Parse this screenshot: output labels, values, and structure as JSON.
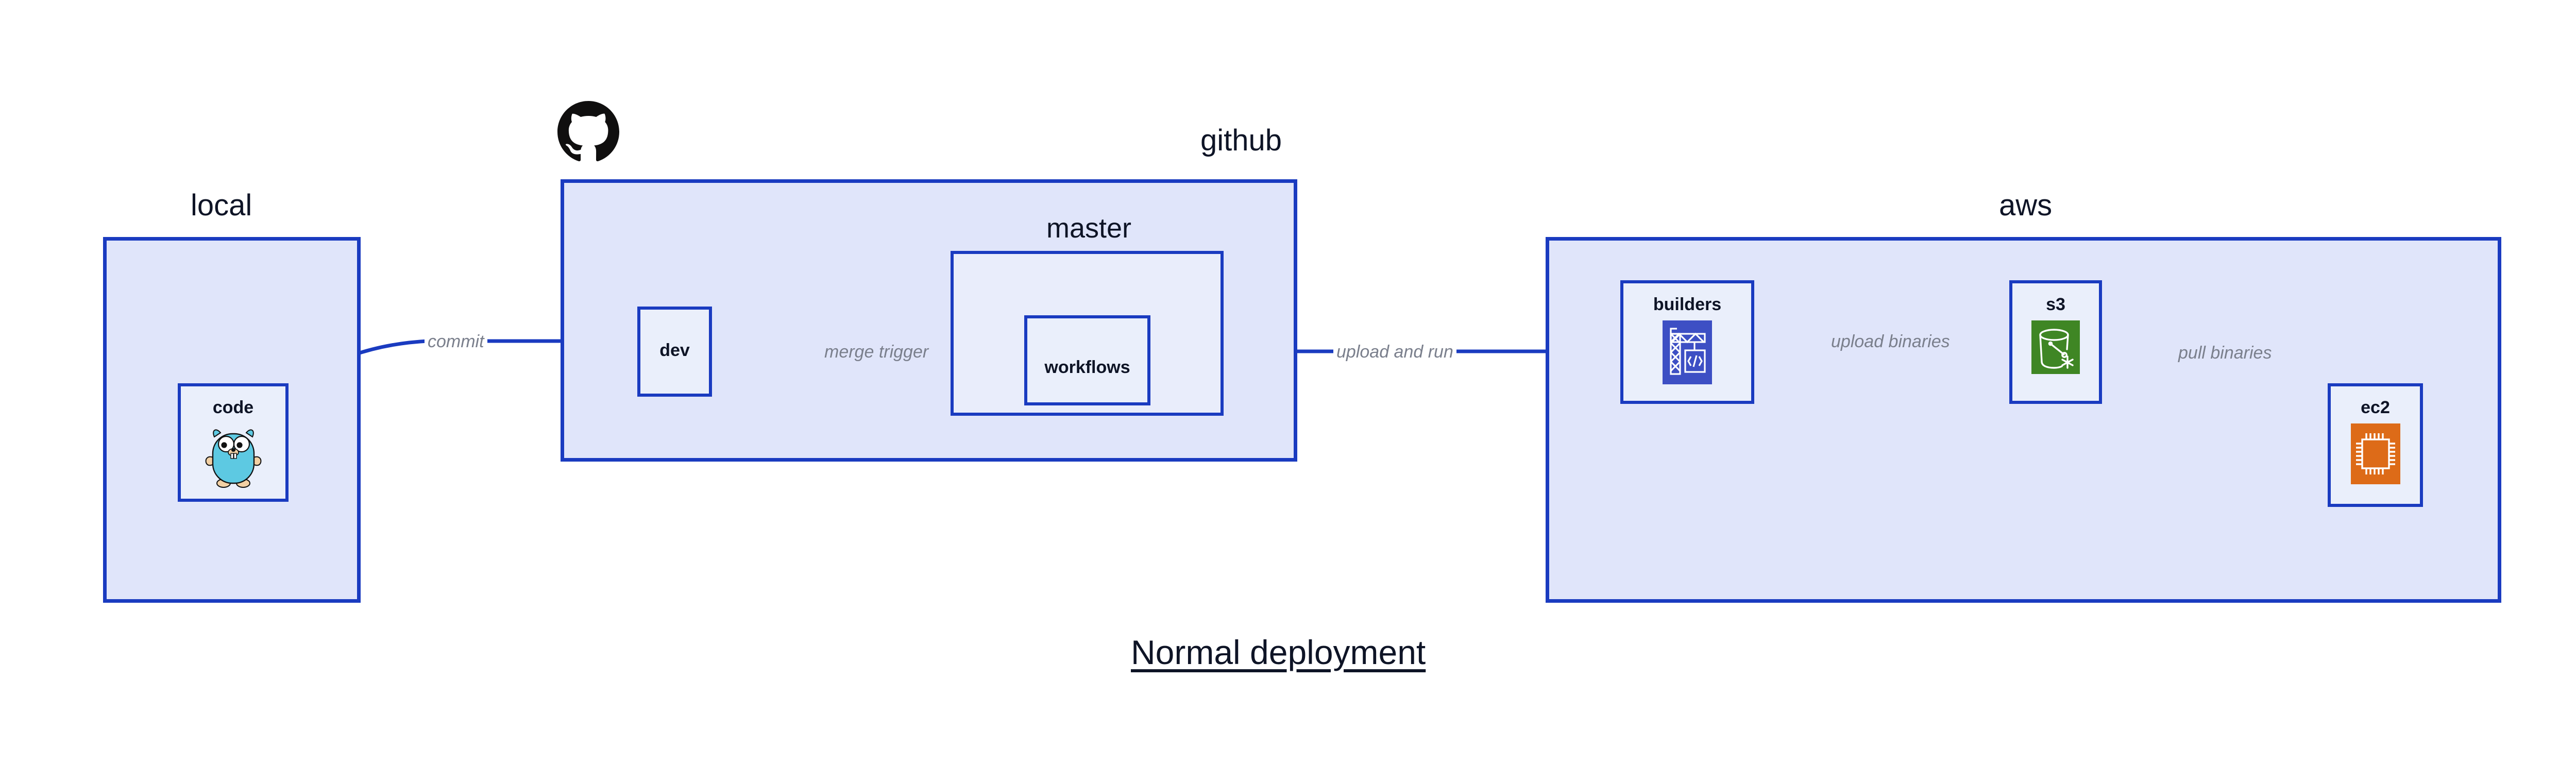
{
  "diagram": {
    "title": "Normal deployment",
    "accent_border": "#1a3bc0",
    "group_fill": "#e0e5fa",
    "subgroup_fill": "#e9edfb",
    "node_fill": "#eaeffb",
    "label_color": "#0e1426",
    "edge_label_color": "#7a7f8c"
  },
  "groups": {
    "local": {
      "label": "local"
    },
    "github": {
      "label": "github"
    },
    "master": {
      "label": "master"
    },
    "aws": {
      "label": "aws"
    }
  },
  "nodes": {
    "code": {
      "label": "code",
      "icon": "go-gopher-icon"
    },
    "dev": {
      "label": "dev",
      "icon": "none"
    },
    "workflows": {
      "label": "workflows",
      "icon": "none"
    },
    "builders": {
      "label": "builders",
      "icon": "aws-codebuild-icon",
      "icon_color": "#3d4fc4"
    },
    "s3": {
      "label": "s3",
      "icon": "aws-s3-glacier-icon",
      "icon_color": "#3f8624"
    },
    "ec2": {
      "label": "ec2",
      "icon": "aws-ec2-icon",
      "icon_color": "#dd6b18"
    }
  },
  "edges": [
    {
      "id": "commit",
      "label": "commit",
      "from": "code",
      "to": "dev"
    },
    {
      "id": "merge-trigger",
      "label": "merge trigger",
      "from": "dev",
      "to": "workflows"
    },
    {
      "id": "upload-and-run",
      "label": "upload and run",
      "from": "workflows",
      "to": "builders"
    },
    {
      "id": "upload-binaries",
      "label": "upload binaries",
      "from": "builders",
      "to": "s3"
    },
    {
      "id": "pull-binaries",
      "label": "pull binaries",
      "from": "s3",
      "to": "ec2"
    }
  ],
  "logos": {
    "github_octocat": "github-octocat-logo"
  }
}
